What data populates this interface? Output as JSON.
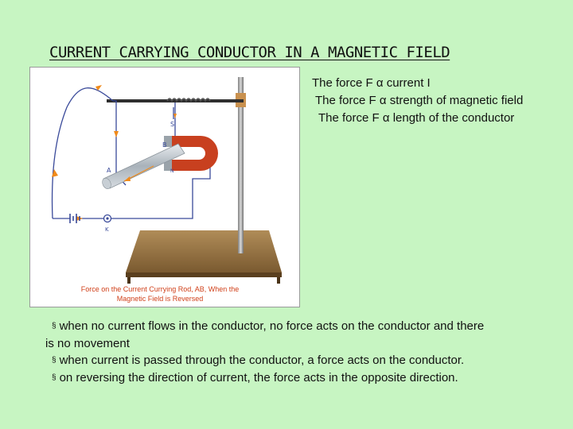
{
  "slide": {
    "title": "CURRENT CARRYING CONDUCTOR IN A MAGNETIC FIELD"
  },
  "figure": {
    "label_s": "S",
    "label_b": "B",
    "label_a": "A",
    "label_n": "N",
    "label_k": "K",
    "caption_line1": "Force on the Current Currying Rod, AB, When the",
    "caption_line2": "Magnetic Field is Reversed",
    "colors": {
      "wire": "#3a4a9a",
      "arrow": "#f08a1a",
      "magnet": "#c8401f",
      "stand": "#8a6a3a",
      "caption": "#d0401a"
    }
  },
  "relations": [
    "The force F  α  current I",
    "The force F α strength of magnetic field",
    "The force F α length of the conductor"
  ],
  "bullets": {
    "marker": "§",
    "items": [
      "when no current flows in the conductor, no force acts on the conductor and there",
      "when current is passed through the conductor, a force acts on the conductor.",
      "on reversing the direction of current, the force acts in the opposite direction."
    ],
    "item1_continuation": "is no movement"
  }
}
